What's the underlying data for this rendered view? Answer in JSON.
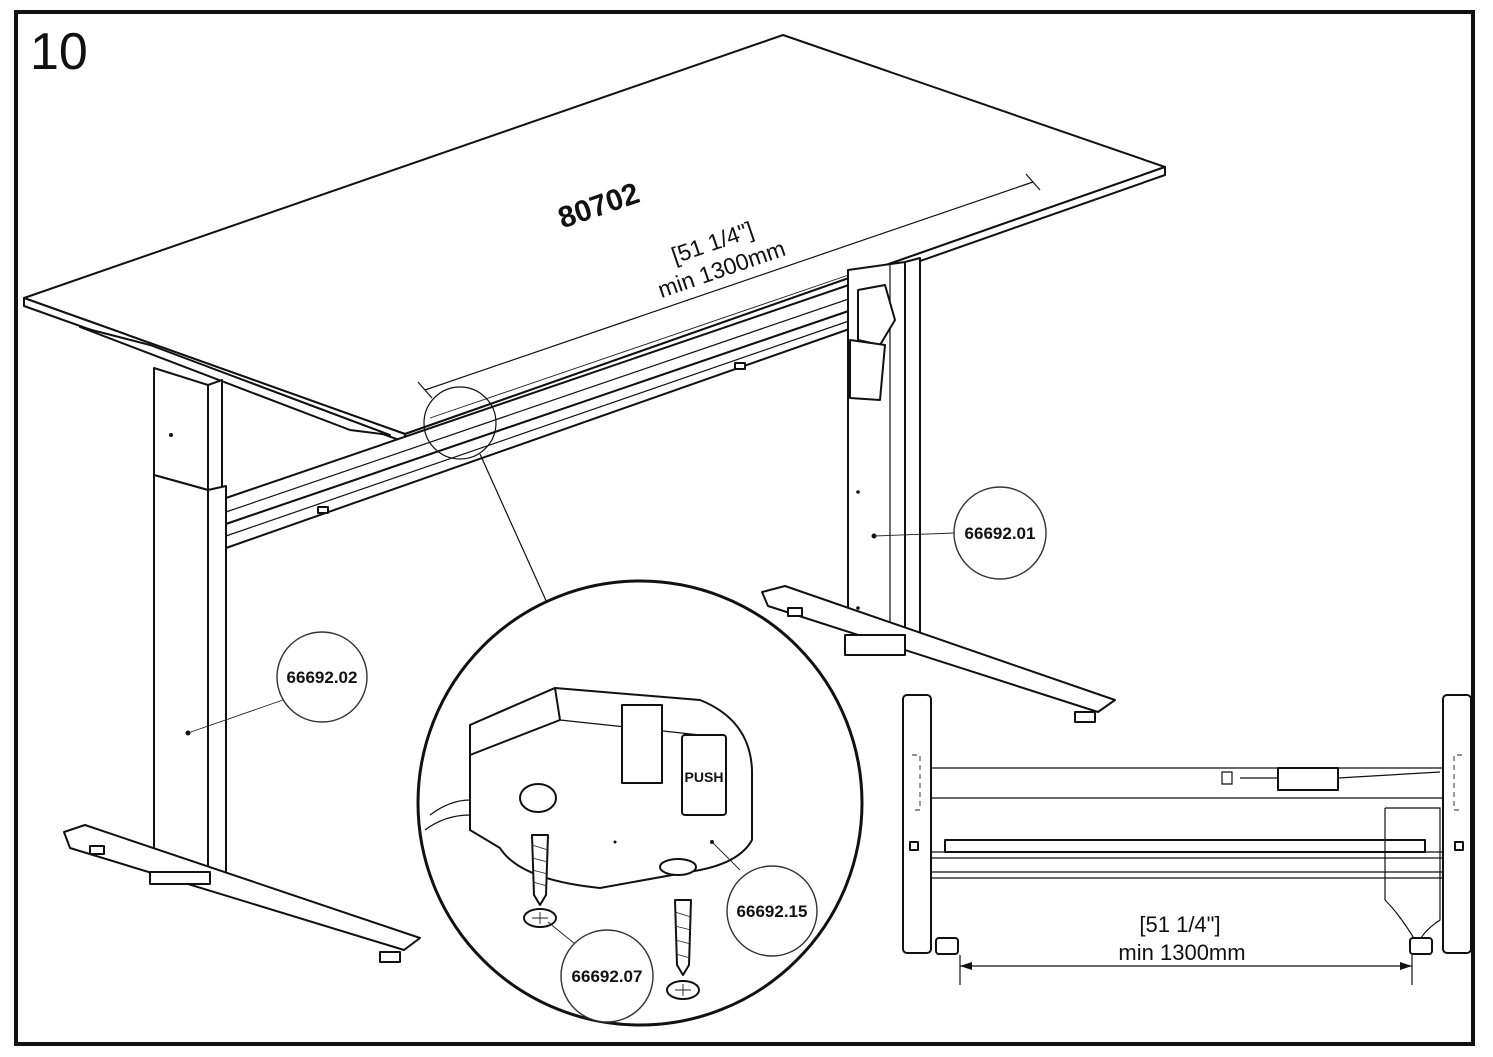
{
  "step": {
    "number": "10"
  },
  "desktop": {
    "part_number": "80702"
  },
  "dimension_main": {
    "inches": "[51 1/4\"]",
    "metric": "min 1300mm"
  },
  "dimension_inset": {
    "inches": "[51 1/4\"]",
    "metric": "min 1300mm"
  },
  "callouts": {
    "right_leg": "66692.01",
    "left_leg": "66692.02",
    "screw": "66692.07",
    "control_box": "66692.15"
  },
  "detail": {
    "button_label": "PUSH"
  },
  "colors": {
    "line": "#111111",
    "background": "#ffffff"
  }
}
